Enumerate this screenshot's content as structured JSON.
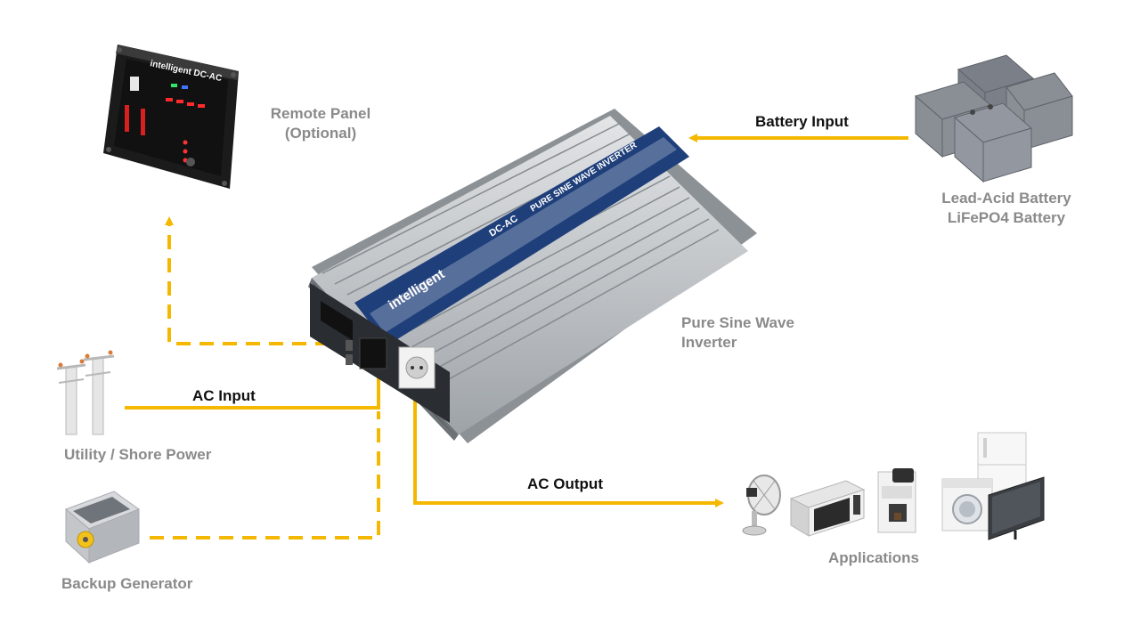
{
  "colors": {
    "connector": "#f5b800",
    "label_gray": "#8a8a8a",
    "label_dark": "#111111",
    "panel_bg": "#222222",
    "inverter_body": "#b5b9bd",
    "inverter_band": "#1f3f7a",
    "battery": "#7b8088"
  },
  "icons": {
    "remote_panel": "remote-control-panel-icon",
    "inverter": "inverter-device-icon",
    "battery": "battery-bank-icon",
    "utility": "utility-pole-icon",
    "generator": "generator-icon",
    "fan": "fan-icon",
    "microwave": "microwave-icon",
    "coffee": "coffee-machine-icon",
    "washer": "washing-machine-icon",
    "fridge": "refrigerator-icon",
    "tv": "television-icon"
  },
  "labels": {
    "remote_panel_line1": "Remote Panel",
    "remote_panel_line2": "(Optional)",
    "battery_input": "Battery Input",
    "battery_type_line1": "Lead-Acid Battery",
    "battery_type_line2": "LiFePO4 Battery",
    "inverter_line1": "Pure Sine Wave",
    "inverter_line2": "Inverter",
    "ac_input": "AC Input",
    "utility": "Utility / Shore Power",
    "ac_output": "AC Output",
    "applications": "Applications",
    "generator": "Backup Generator"
  },
  "device_text": {
    "panel_brand": "intelligent DC-AC",
    "inverter_brand": "intelligent",
    "inverter_model": "DC-AC",
    "inverter_title": "PURE SINE WAVE INVERTER"
  }
}
